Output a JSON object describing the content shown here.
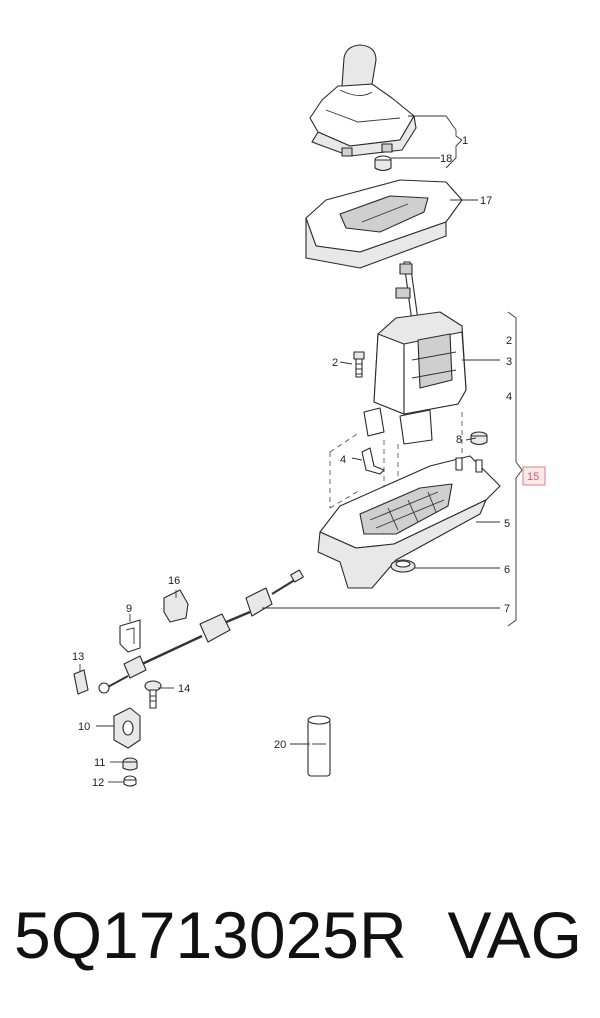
{
  "diagram": {
    "callouts": {
      "c1": "1",
      "c2a": "2",
      "c2b": "2",
      "c3": "3",
      "c4a": "4",
      "c4b": "4",
      "c5": "5",
      "c6": "6",
      "c7": "7",
      "c8": "8",
      "c9": "9",
      "c10": "10",
      "c11": "11",
      "c12": "12",
      "c13": "13",
      "c14": "14",
      "c15": "15",
      "c16": "16",
      "c17": "17",
      "c18": "18",
      "c20": "20"
    },
    "highlight_color": "#d06060"
  },
  "footer": {
    "part_number": "5Q1713025R",
    "brand": "VAG"
  }
}
